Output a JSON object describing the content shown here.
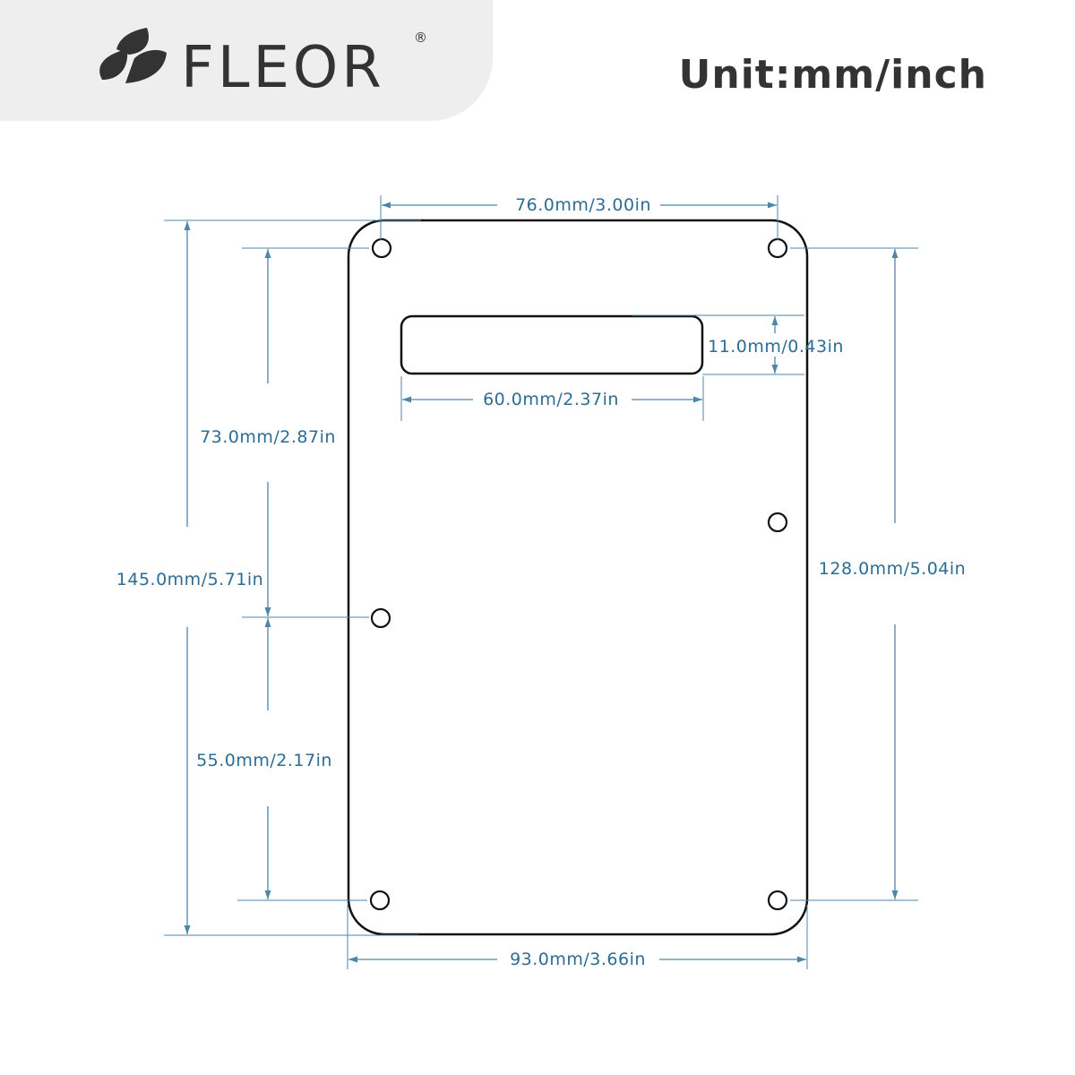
{
  "brand": {
    "name": "FLEOR",
    "registered_mark": "®"
  },
  "unit_label": "Unit:mm/inch",
  "dimensions": {
    "top_hole_spacing": "76.0mm/3.00in",
    "slot_height": "11.0mm/0.43in",
    "slot_width": "60.0mm/2.37in",
    "upper_hole_spacing": "73.0mm/2.87in",
    "plate_height": "145.0mm/5.71in",
    "right_hole_spacing": "128.0mm/5.04in",
    "lower_hole_spacing": "55.0mm/2.17in",
    "plate_width": "93.0mm/3.66in"
  },
  "colors": {
    "dimension": "#2d6c94",
    "outline": "#111111",
    "header_background": "#eeeeee",
    "logo": "#333333"
  }
}
